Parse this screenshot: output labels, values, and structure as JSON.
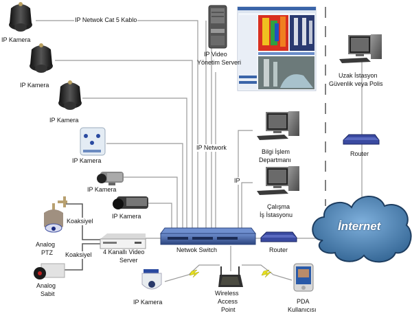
{
  "diagram": {
    "type": "network-topology",
    "colors": {
      "wire": "#9a9a9a",
      "dashed": "#555555",
      "switch": "#3c5a9a",
      "router": "#2f3f8f",
      "cloud": "#4f86b8",
      "lightning": "#e8e020"
    },
    "labels": {
      "cat5_cable": "IP Netwok Cat 5 Kablo",
      "ip_network": "IP Network",
      "ip": "IP",
      "coax_1": "Koaksiyel",
      "coax_2": "Koaksiyel",
      "internet": "İnternet"
    },
    "nodes": {
      "ip_camera_1": "IP Kamera",
      "ip_camera_2": "IP Kamera",
      "ip_camera_3": "IP Kamera",
      "ip_camera_4": "IP Kamera",
      "ip_camera_5": "IP Kamera",
      "ip_camera_6": "IP Kamera",
      "ip_camera_wireless": "IP Kamera",
      "analog_ptz_line1": "Analog",
      "analog_ptz_line2": "PTZ",
      "analog_fixed_line1": "Analog",
      "analog_fixed_line2": "Sabit",
      "video_server_line1": "4 Kanallı Video",
      "video_server_line2": "Server",
      "network_switch": "Netwok Switch",
      "router_local": "Router",
      "router_remote": "Router",
      "vms_server_line1": "IP Video",
      "vms_server_line2": "Yönetim Serveri",
      "it_department_line1": "Bilgi İşlem",
      "it_department_line2": "Departmanı",
      "workstation_line1": "Çalışma",
      "workstation_line2": "İş İstasyonu",
      "remote_station_line1": "Uzak İstasyon",
      "remote_station_line2": "Güvenlik veya Polis",
      "wap_line1": "Wireless",
      "wap_line2": "Access",
      "wap_line3": "Point",
      "pda_line1": "PDA",
      "pda_line2": "Kullanıcısı"
    }
  }
}
